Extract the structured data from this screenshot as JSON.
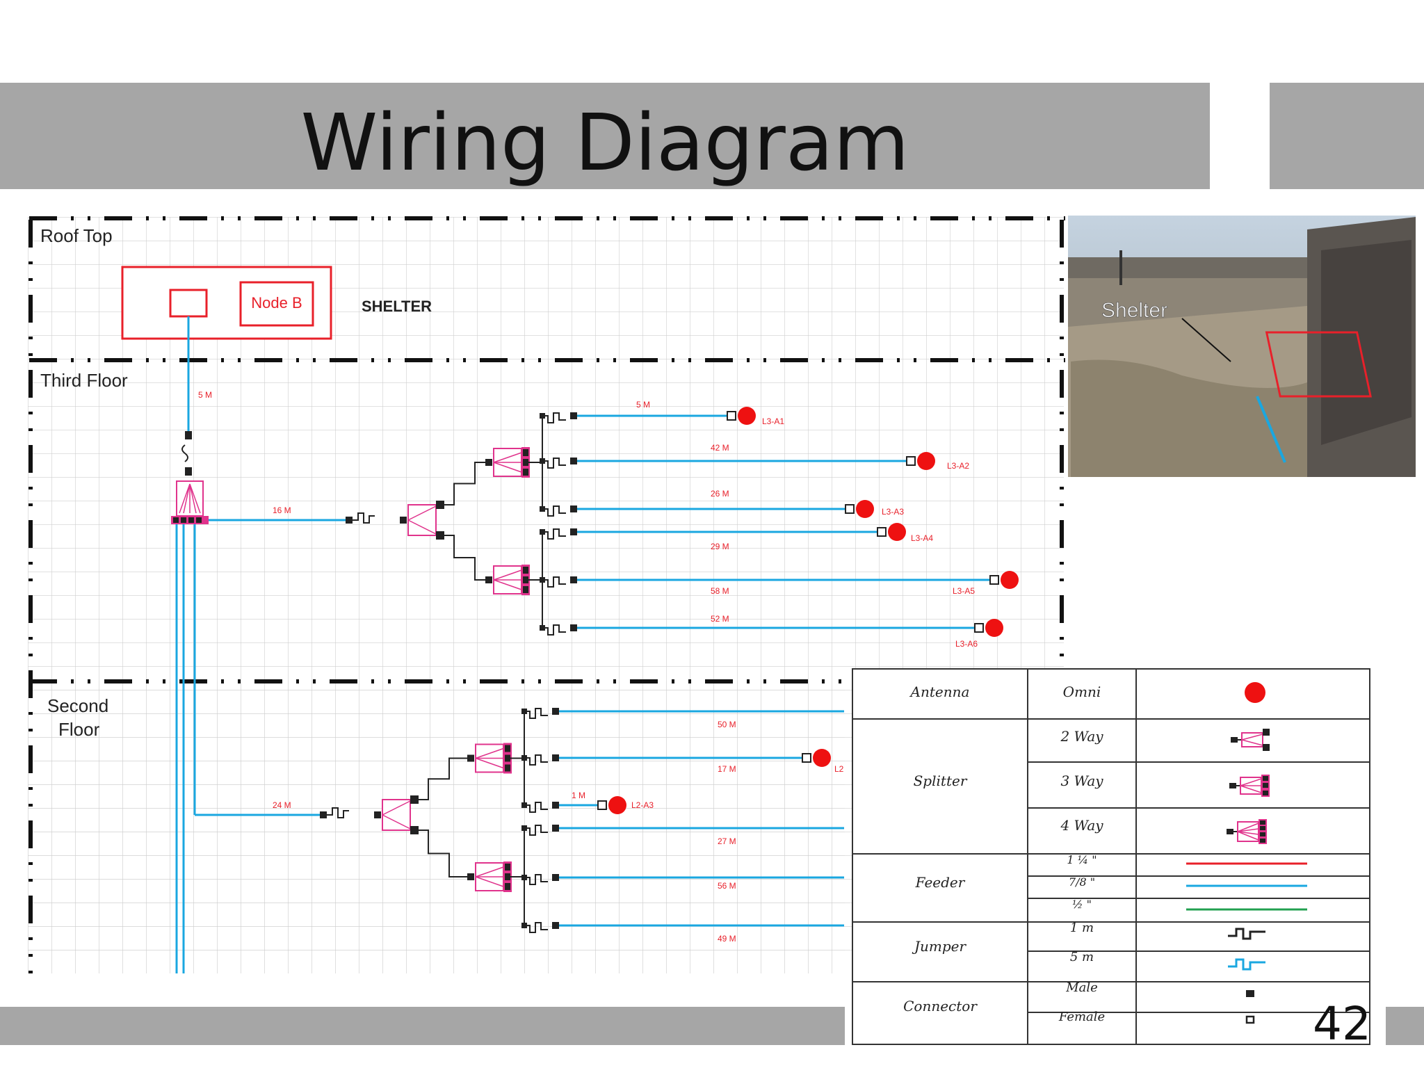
{
  "slide": {
    "title": "Wiring Diagram",
    "page_number": "42"
  },
  "diagram": {
    "zones": {
      "roof_top": "Roof Top",
      "third_floor": "Third Floor",
      "second_floor_line1": "Second",
      "second_floor_line2": "Floor"
    },
    "shelter": {
      "node_label": "Node B",
      "shelter_label": "SHELTER"
    },
    "third_floor": {
      "riser_length": "5 M",
      "main_feeder_length": "16 M",
      "branches": [
        {
          "length": "5 M",
          "antenna": "L3-A1"
        },
        {
          "length": "42 M",
          "antenna": "L3-A2"
        },
        {
          "length": "26 M",
          "antenna": "L3-A3"
        },
        {
          "length": "29 M",
          "antenna": "L3-A4"
        },
        {
          "length": "58 M",
          "antenna": "L3-A5"
        },
        {
          "length": "52 M",
          "antenna": "L3-A6"
        }
      ]
    },
    "second_floor": {
      "main_feeder_length": "24 M",
      "branches": [
        {
          "length": "50 M",
          "antenna": ""
        },
        {
          "length": "17 M",
          "antenna": "L2"
        },
        {
          "length": "1 M",
          "antenna": "L2-A3"
        },
        {
          "length": "27 M",
          "antenna": ""
        },
        {
          "length": "56 M",
          "antenna": ""
        },
        {
          "length": "49 M",
          "antenna": ""
        }
      ]
    },
    "photo": {
      "caption": "Shelter"
    }
  },
  "legend": {
    "rows": [
      {
        "category": "Antenna",
        "type": "Omni",
        "symbol": "omni-antenna-icon"
      },
      {
        "category": "Splitter",
        "type": "2 Way",
        "symbol": "two-way-splitter-icon"
      },
      {
        "category": "",
        "type": "3 Way",
        "symbol": "three-way-splitter-icon"
      },
      {
        "category": "",
        "type": "4 Way",
        "symbol": "four-way-splitter-icon"
      },
      {
        "category": "Feeder",
        "type": "1 ¼ \"",
        "symbol": "red-feeder-line"
      },
      {
        "category": "",
        "type": "7/8 \"",
        "symbol": "blue-feeder-line"
      },
      {
        "category": "",
        "type": "½ \"",
        "symbol": "green-feeder-line"
      },
      {
        "category": "Jumper",
        "type": "1 m",
        "symbol": "black-jumper-icon"
      },
      {
        "category": "",
        "type": "5 m",
        "symbol": "blue-jumper-icon"
      },
      {
        "category": "Connector",
        "type": "Male",
        "symbol": "male-connector-icon"
      },
      {
        "category": "",
        "type": "Female",
        "symbol": "female-connector-icon"
      }
    ]
  },
  "colors": {
    "header_bar": "#a6a6a6",
    "feeder_red": "#e8202a",
    "feeder_blue": "#1aa7e0",
    "feeder_green": "#22a050",
    "splitter_pink": "#e0338c",
    "antenna_red": "#ee1111"
  }
}
